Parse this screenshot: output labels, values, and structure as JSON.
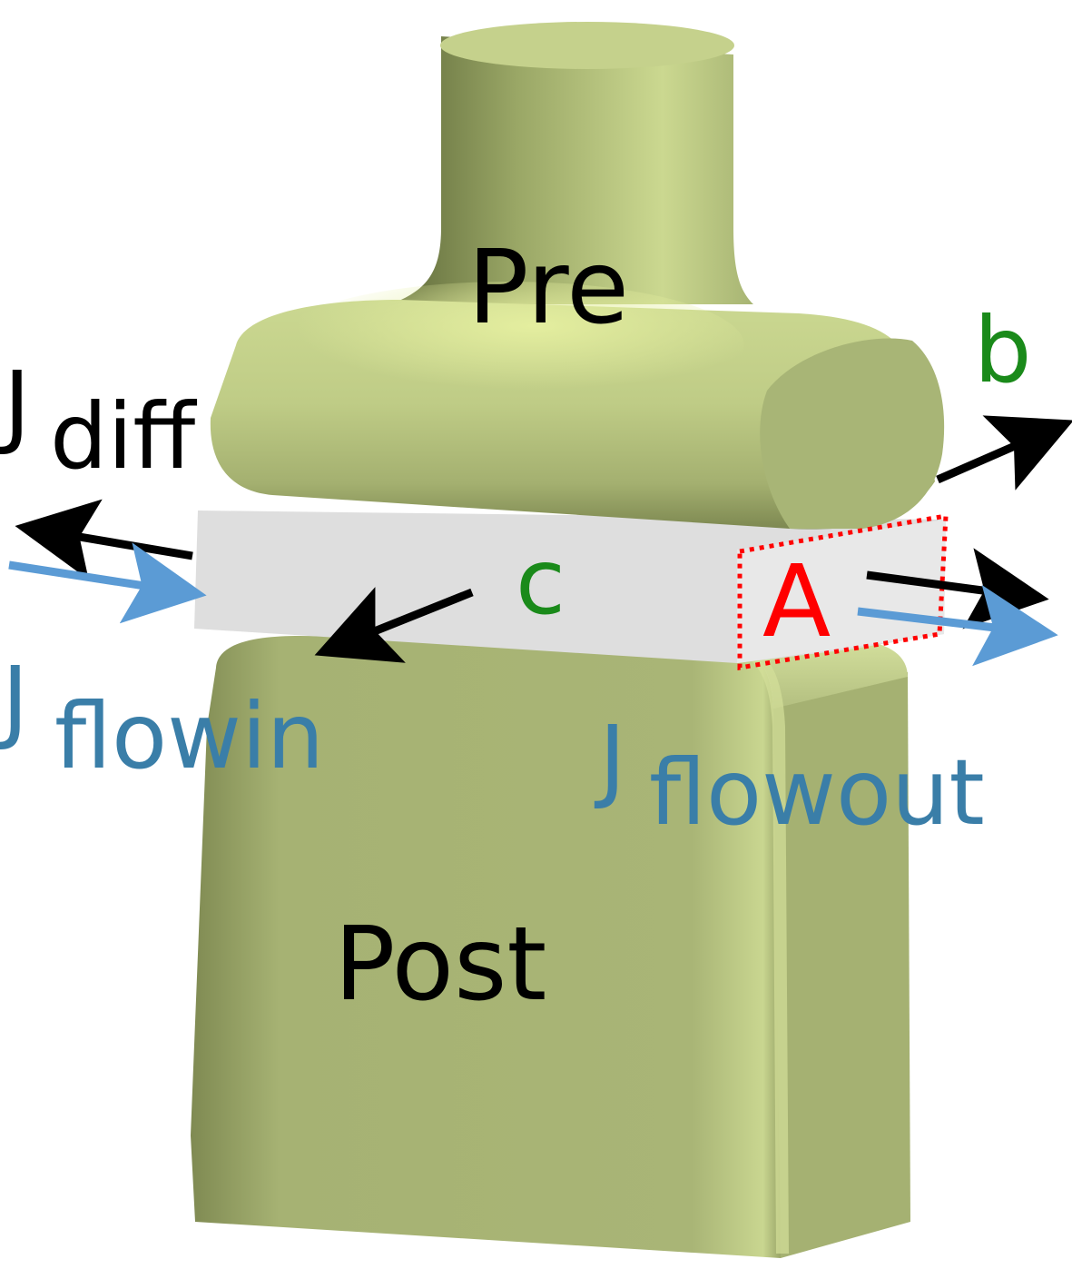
{
  "labels": {
    "pre": "Pre",
    "post": "Post",
    "b": "b",
    "c": "c",
    "a": "A",
    "j_diff_main": "J",
    "j_diff_sub": "diff",
    "j_flowin_main": "J",
    "j_flowin_sub": "flowin",
    "j_flowout_main": "J",
    "j_flowout_sub": "flowout"
  },
  "colors": {
    "synapse_green": "#b5c382",
    "synapse_dark": "#6f7a48",
    "synapse_light": "#e2eba8",
    "cleft_gray": "#dedede",
    "black_arrow": "#000000",
    "blue_arrow": "#5b9bd5",
    "label_green": "#1a8a1a",
    "label_blue": "#3a7ea8",
    "label_red": "#ff0000"
  }
}
